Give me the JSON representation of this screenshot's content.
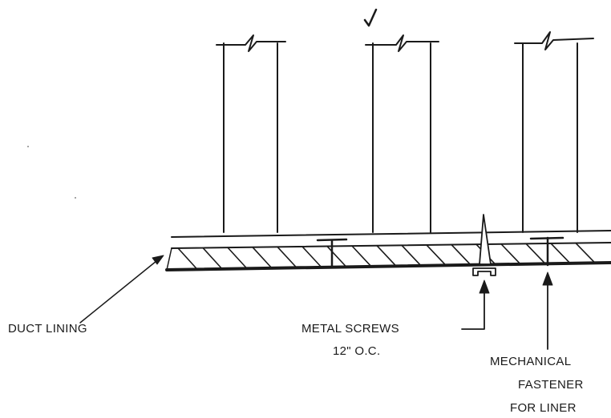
{
  "labels": {
    "duct_lining": "DUCT LINING",
    "metal_screws_line1": "METAL SCREWS",
    "metal_screws_line2": "12\" O.C.",
    "mechanical_fastener_line1": "MECHANICAL",
    "mechanical_fastener_line2": "FASTENER",
    "mechanical_fastener_line3": "FOR LINER"
  },
  "colors": {
    "ink": "#1a1a1a",
    "background": "#ffffff"
  }
}
